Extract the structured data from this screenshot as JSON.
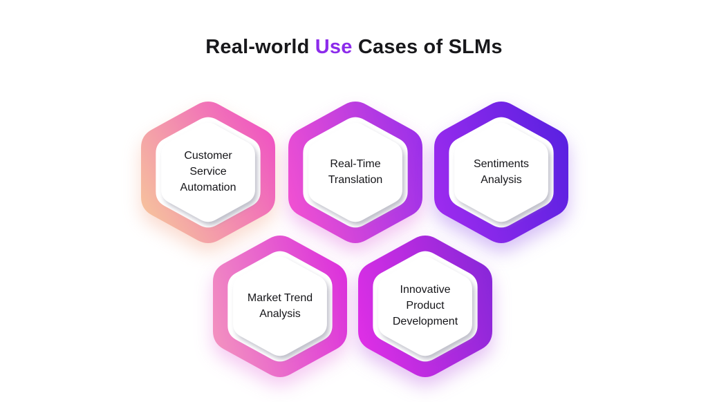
{
  "title": {
    "prefix": "Real-world ",
    "highlight": "Use",
    "suffix": " Cases of SLMs",
    "text_color": "#18181b",
    "highlight_color": "#8c2beb"
  },
  "background_color": "#ffffff",
  "hexagon_face_color": "#ffffff",
  "hexagons": [
    {
      "id": "customer-service-automation",
      "label": "Customer Service Automation",
      "gradient_from": "#f6c39c",
      "gradient_to": "#ef52c3"
    },
    {
      "id": "real-time-translation",
      "label": "Real-Time Translation",
      "gradient_from": "#ef50d2",
      "gradient_to": "#9d31e9"
    },
    {
      "id": "sentiments-analysis",
      "label": "Sentiments Analysis",
      "gradient_from": "#9c2bee",
      "gradient_to": "#5b21e1"
    },
    {
      "id": "market-trend-analysis",
      "label": "Market Trend Analysis",
      "gradient_from": "#f28fc0",
      "gradient_to": "#dc32dc"
    },
    {
      "id": "innovative-product-development",
      "label": "Innovative Product Development",
      "gradient_from": "#dd2fe5",
      "gradient_to": "#8a27d9"
    }
  ]
}
